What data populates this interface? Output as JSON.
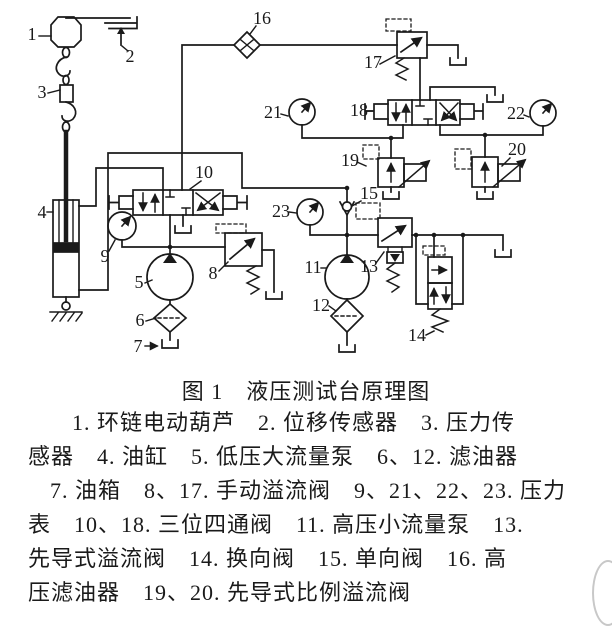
{
  "caption": "图 1　液压测试台原理图",
  "legend": [
    "1. 环链电动葫芦　2. 位移传感器　3. 压力传",
    "感器　4. 油缸　5. 低压大流量泵　6、12. 滤油器",
    "7. 油箱　8、17. 手动溢流阀　9、21、22、23. 压力",
    "表　10、18. 三位四通阀　11. 高压小流量泵　13.",
    "先导式溢流阀　14. 换向阀　15. 单向阀　16. 高",
    "压滤油器　19、20. 先导式比例溢流阀"
  ],
  "diagram": {
    "labels": {
      "n1": "1",
      "n2": "2",
      "n3": "3",
      "n4": "4",
      "n5": "5",
      "n6": "6",
      "n7": "7",
      "n8": "8",
      "n9": "9",
      "n10": "10",
      "n11": "11",
      "n12": "12",
      "n13": "13",
      "n14": "14",
      "n15": "15",
      "n16": "16",
      "n17": "17",
      "n18": "18",
      "n19": "19",
      "n20": "20",
      "n21": "21",
      "n22": "22",
      "n23": "23"
    }
  },
  "colors": {
    "ink": "#1a1a1a",
    "paper": "#ffffff"
  }
}
